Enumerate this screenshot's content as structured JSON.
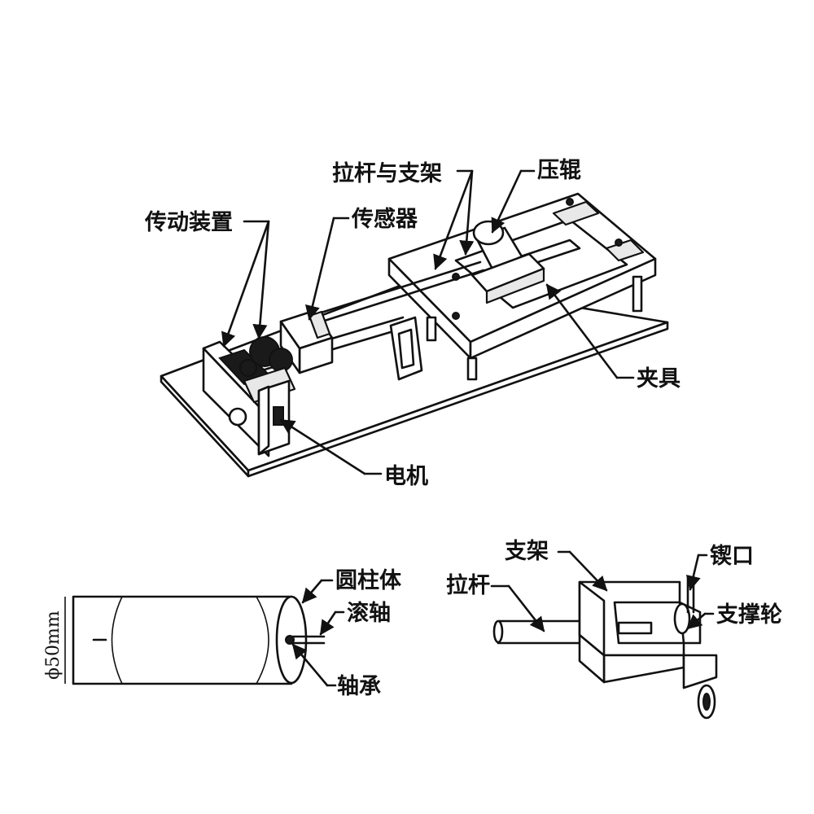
{
  "labels": {
    "drive": "传动装置",
    "sensor": "传感器",
    "rod_bracket": "拉杆与支架",
    "press_roller": "压辊",
    "fixture": "夹具",
    "motor": "电机",
    "cylinder": "圆柱体",
    "roller_shaft": "滚轴",
    "bearing": "轴承",
    "diameter": "ϕ50mm",
    "bracket": "支架",
    "pull_rod": "拉杆",
    "notch": "锲口",
    "support_wheel": "支撑轮"
  }
}
